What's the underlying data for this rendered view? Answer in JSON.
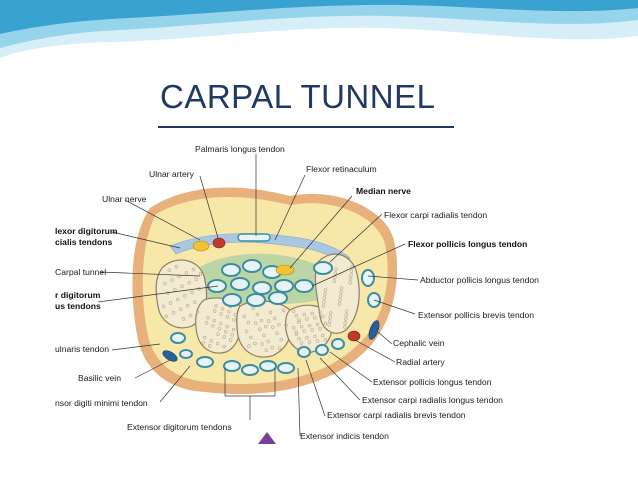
{
  "slide": {
    "title": "CARPAL TUNNEL",
    "colors": {
      "title": "#1f3864",
      "rule": "#1f3864",
      "wave_light": "#d6eef8",
      "wave_mid": "#8fd0ea",
      "wave_dark": "#3aa2d1",
      "nav_marker": "#7b3f98"
    }
  },
  "diagram": {
    "colors": {
      "skin": "#e8b07a",
      "fat": "#f7e7a8",
      "bone": "#f3ead2",
      "bone_texture": "#b9a98a",
      "tendon_fill": "#e7f3f6",
      "tendon_ring": "#3c8da0",
      "sheath": "#8ac9a0",
      "retinaculum": "#a9c7e2",
      "artery": "#c0392b",
      "nerve": "#f2c232",
      "vein": "#2b5f9a"
    },
    "labels": [
      "Palmaris longus tendon",
      "Ulnar artery",
      "Flexor retinaculum",
      "Median nerve",
      "Ulnar nerve",
      "Flexor carpi radialis tendon",
      "lexor digitorum",
      "cialis tendons",
      "Flexor pollicis longus tendon",
      "Carpal tunnel",
      "Abductor pollicis longus tendon",
      "r digitorum",
      "us tendons",
      "Extensor pollicis brevis tendon",
      "Cephalic vein",
      "ulnaris tendon",
      "Radial artery",
      "Basilic vein",
      "Extensor pollicis longus tendon",
      "nsor digiti minimi tendon",
      "Extensor carpi radialis longus tendon",
      "Extensor carpi radialis brevis tendon",
      "Extensor digitorum tendons",
      "Extensor indicis tendon"
    ]
  }
}
